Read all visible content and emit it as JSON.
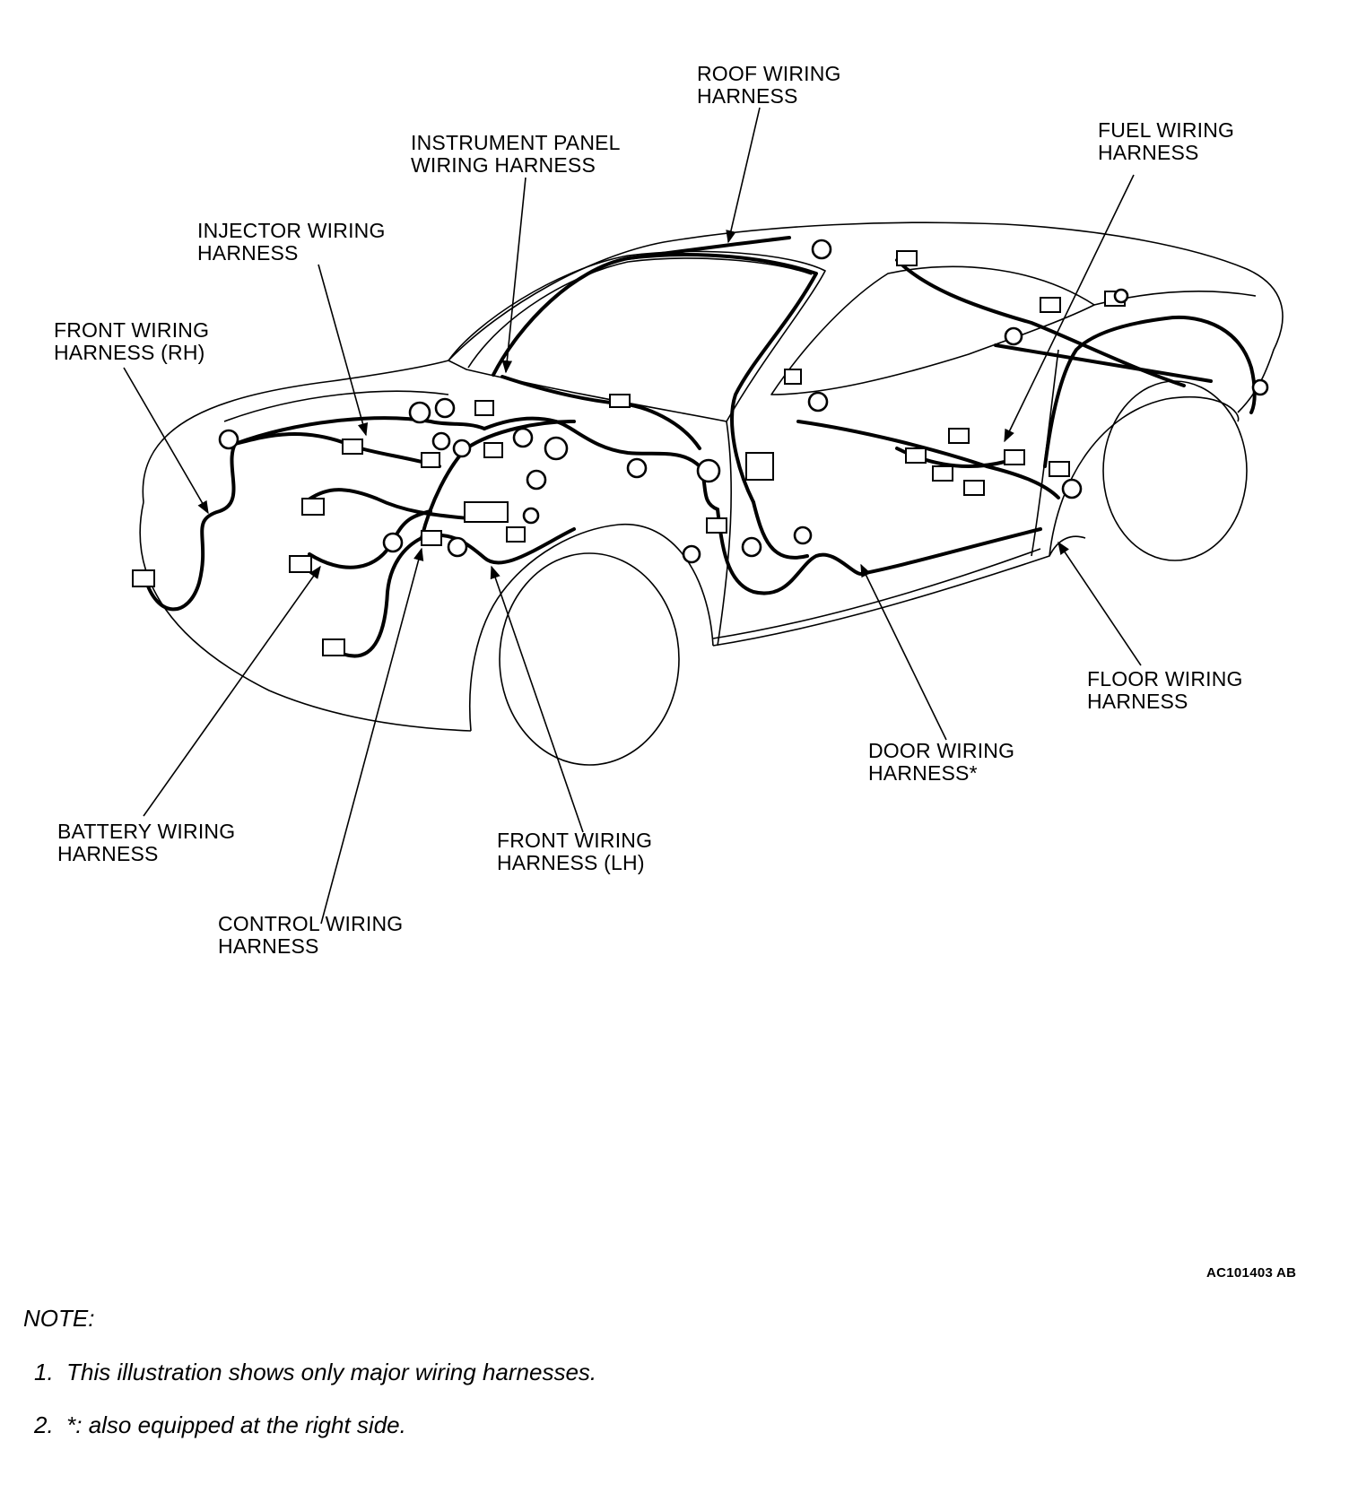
{
  "labels": {
    "roof": "ROOF WIRING\nHARNESS",
    "fuel": "FUEL WIRING\nHARNESS",
    "instrument_panel": "INSTRUMENT PANEL\nWIRING HARNESS",
    "injector": "INJECTOR WIRING\nHARNESS",
    "front_rh": "FRONT WIRING\nHARNESS (RH)",
    "floor": "FLOOR WIRING\nHARNESS",
    "door": "DOOR WIRING\nHARNESS*",
    "battery": "BATTERY WIRING\nHARNESS",
    "front_lh": "FRONT WIRING\nHARNESS (LH)",
    "control": "CONTROL WIRING\nHARNESS"
  },
  "figure_id": "AC101403 AB",
  "note": {
    "title": "NOTE:",
    "items": [
      "1.  This illustration shows only major wiring harnesses.",
      "2.  *: also equipped at the right side."
    ]
  }
}
